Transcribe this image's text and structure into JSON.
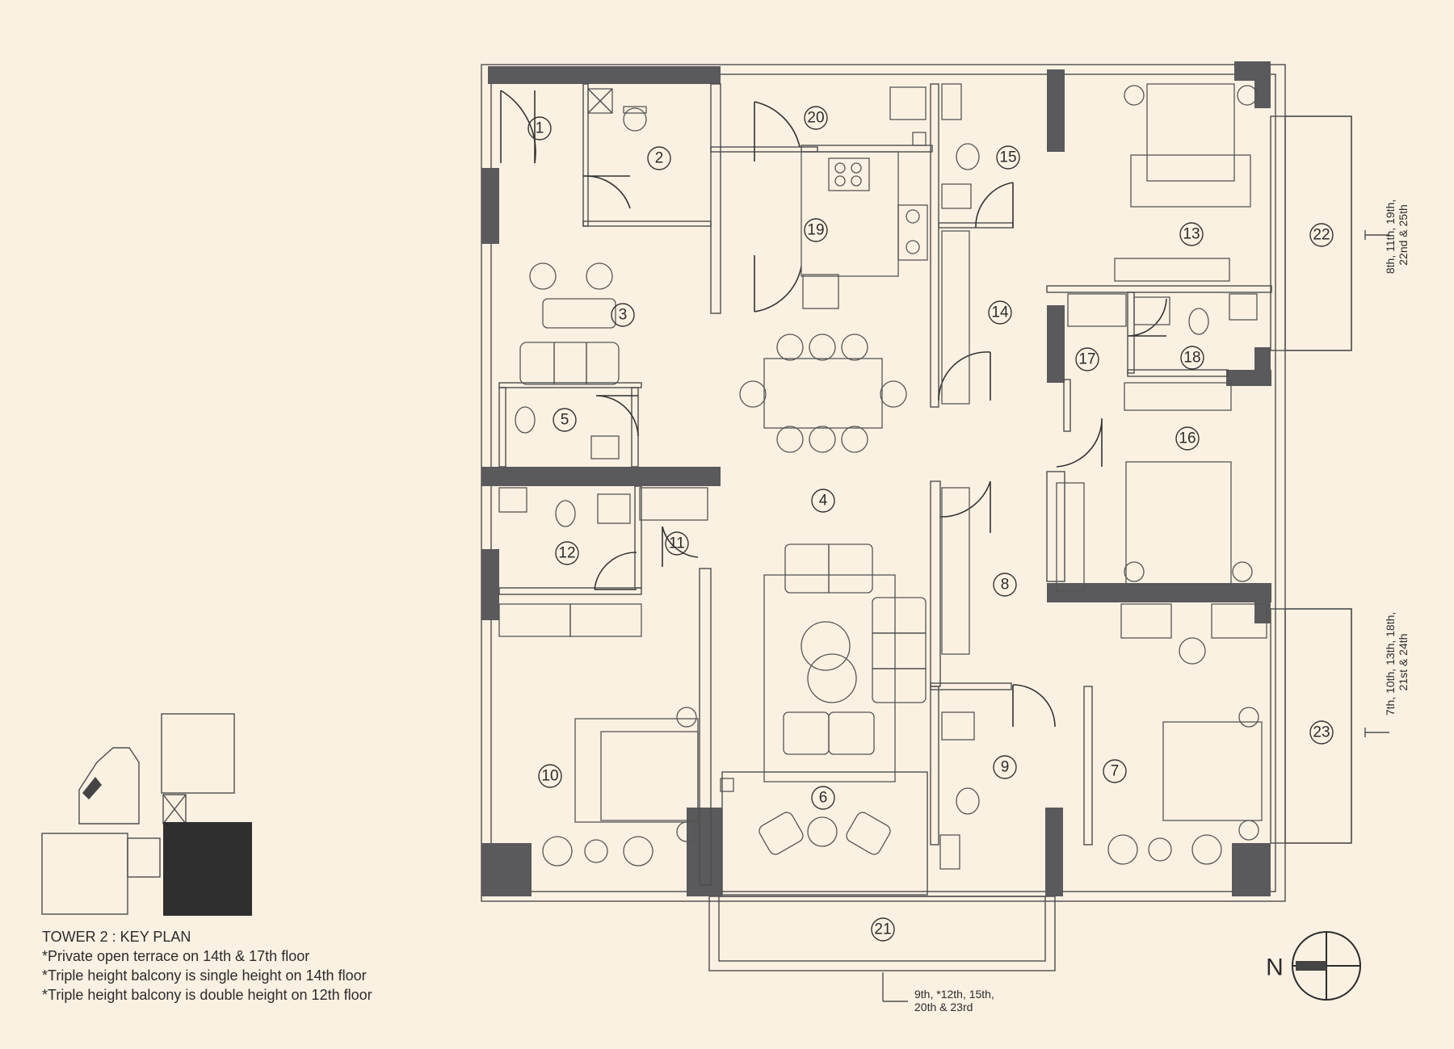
{
  "rooms": [
    {
      "n": "1"
    },
    {
      "n": "2"
    },
    {
      "n": "3"
    },
    {
      "n": "4"
    },
    {
      "n": "5"
    },
    {
      "n": "6"
    },
    {
      "n": "7"
    },
    {
      "n": "8"
    },
    {
      "n": "9"
    },
    {
      "n": "10"
    },
    {
      "n": "11"
    },
    {
      "n": "12"
    },
    {
      "n": "13"
    },
    {
      "n": "14"
    },
    {
      "n": "15"
    },
    {
      "n": "16"
    },
    {
      "n": "17"
    },
    {
      "n": "18"
    },
    {
      "n": "19"
    },
    {
      "n": "20"
    },
    {
      "n": "21"
    },
    {
      "n": "22"
    },
    {
      "n": "23"
    }
  ],
  "floor_notes": {
    "balcony_22": [
      "8th, 11th, 19th,",
      "22nd & 25th"
    ],
    "balcony_23": [
      "7th, 10th, 13th, 18th,",
      "21st & 24th"
    ],
    "terrace_21": [
      "9th, *12th, 15th,",
      "20th & 23rd"
    ]
  },
  "compass": {
    "label": "N"
  },
  "key_plan": {
    "title": "TOWER 2 : KEY PLAN",
    "notes": [
      "*Private open terrace on 14th & 17th floor",
      "*Triple height balcony is single height on 14th floor",
      "*Triple height balcony is double height on 12th floor"
    ]
  }
}
